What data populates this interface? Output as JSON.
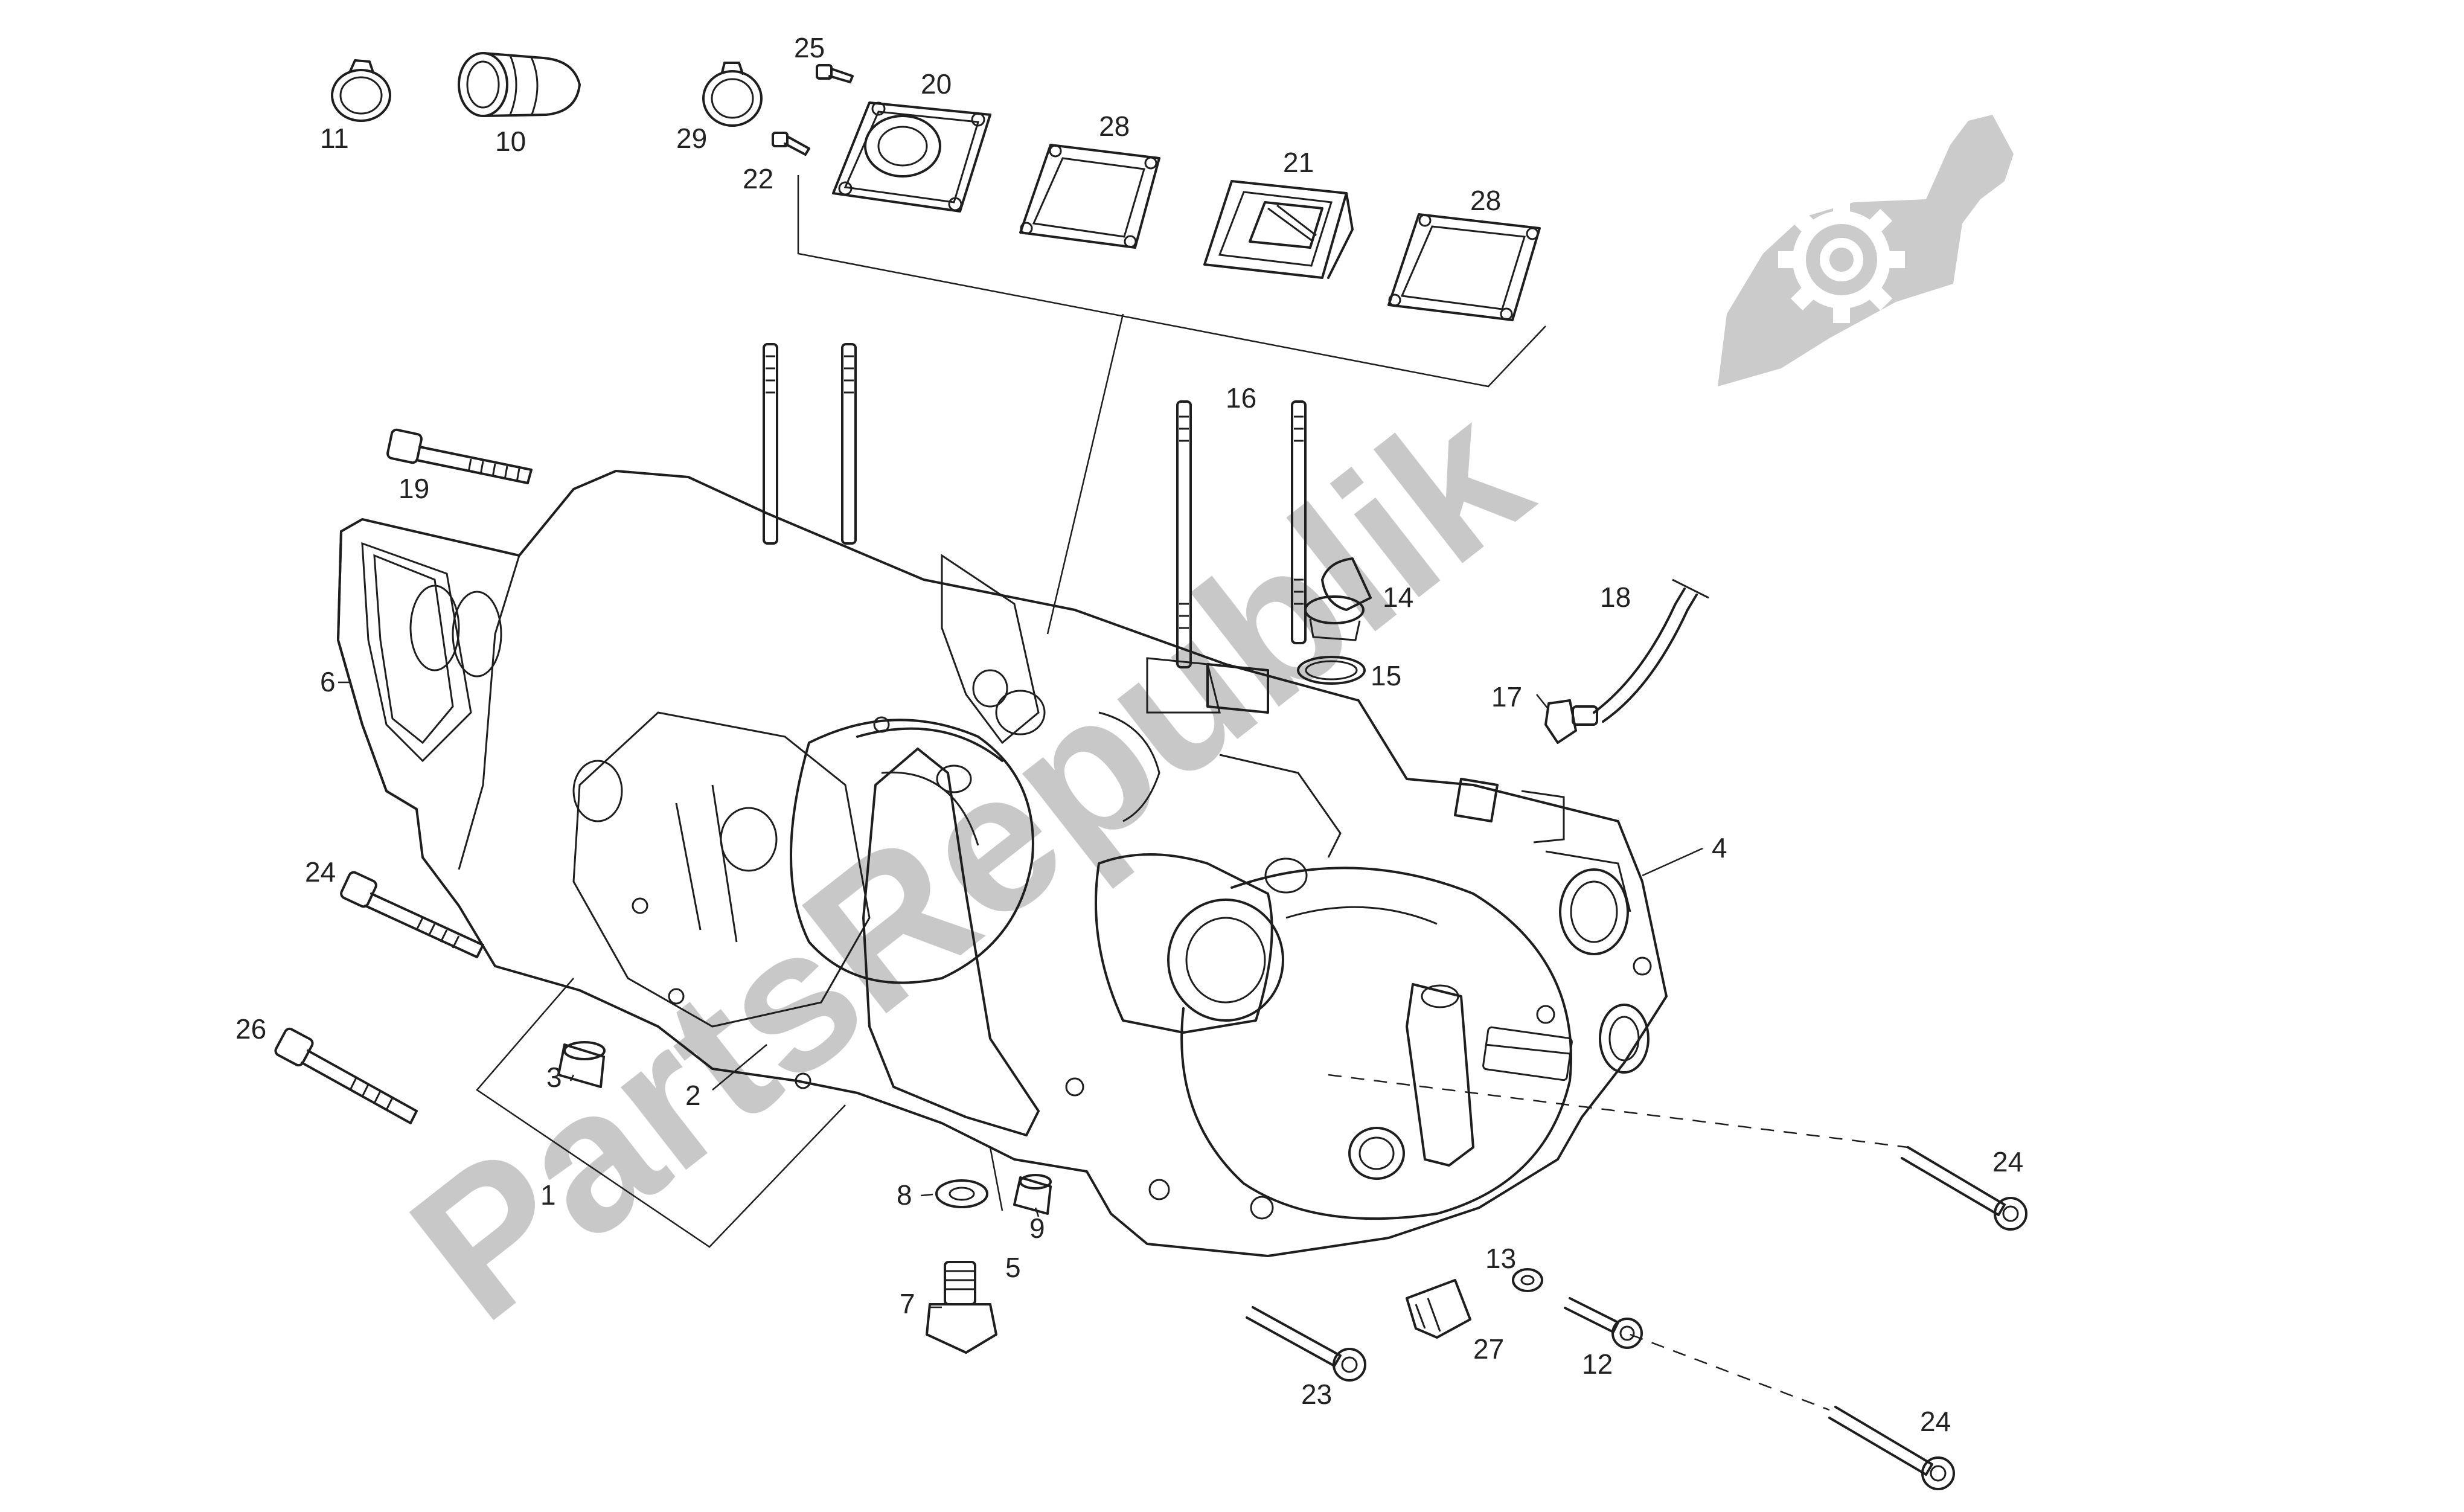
{
  "watermark": {
    "text": "PartsRepublik"
  },
  "callouts": {
    "c1": "1",
    "c2": "2",
    "c3": "3",
    "c4": "4",
    "c5": "5",
    "c6": "6",
    "c7": "7",
    "c8": "8",
    "c9": "9",
    "c10": "10",
    "c11": "11",
    "c12": "12",
    "c13": "13",
    "c14": "14",
    "c15": "15",
    "c16": "16",
    "c17": "17",
    "c18": "18",
    "c19": "19",
    "c20": "20",
    "c21": "21",
    "c22": "22",
    "c23": "23",
    "c24a": "24",
    "c24b": "24",
    "c24c": "24",
    "c25": "25",
    "c26": "26",
    "c27": "27",
    "c28a": "28",
    "c28b": "28",
    "c29": "29"
  }
}
